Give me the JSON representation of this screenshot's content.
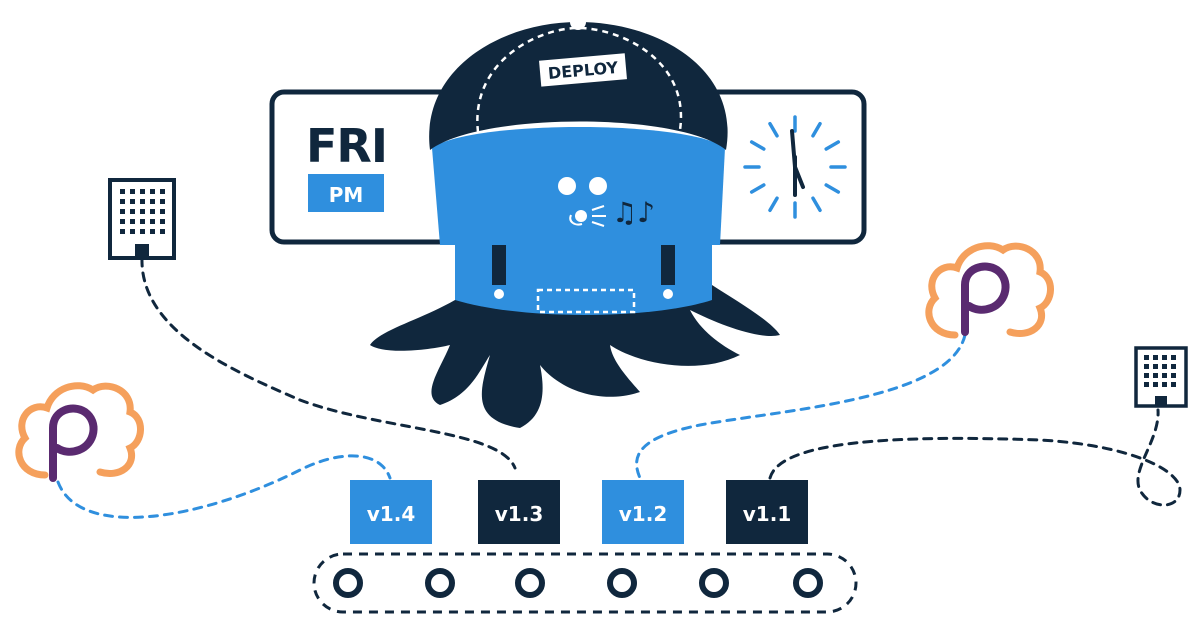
{
  "colors": {
    "navy": "#10273d",
    "blue": "#2f8fde",
    "orange": "#f5a05c",
    "purple": "#5a2a70",
    "white": "#ffffff"
  },
  "sign": {
    "day": "FRI",
    "period": "PM"
  },
  "hat": {
    "label": "DEPLOY"
  },
  "versions": [
    {
      "label": "v1.4",
      "color": "#2f8fde"
    },
    {
      "label": "v1.3",
      "color": "#10273d"
    },
    {
      "label": "v1.2",
      "color": "#2f8fde"
    },
    {
      "label": "v1.1",
      "color": "#10273d"
    }
  ],
  "icons": [
    "building-icon",
    "cloud-p-icon",
    "clock-icon",
    "octopus-mascot"
  ]
}
